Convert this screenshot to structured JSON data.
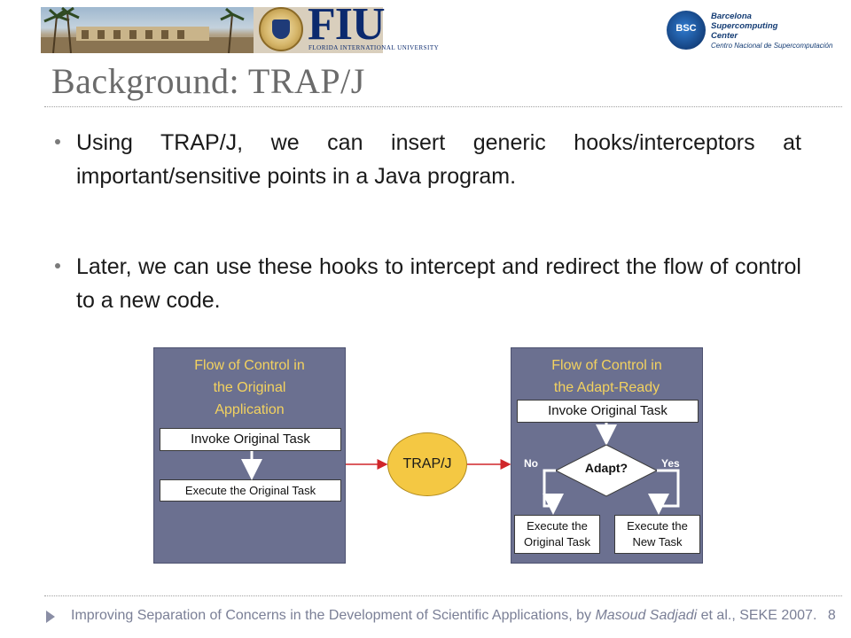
{
  "header": {
    "university_name": "FIU",
    "university_subtitle": "FLORIDA INTERNATIONAL UNIVERSITY",
    "center_abbrev": "BSC",
    "center_name_lines": [
      "Barcelona",
      "Supercomputing",
      "Center"
    ],
    "center_spanish": "Centro Nacional de Supercomputación"
  },
  "slide": {
    "title": "Background: TRAP/J",
    "bullets": [
      "Using TRAP/J, we can insert generic hooks/interceptors at important/sensitive points in a Java program.",
      "Later, we can use these hooks to intercept and redirect the flow of control to a new code."
    ]
  },
  "diagram": {
    "left_panel": {
      "title_lines": [
        "Flow of Control in",
        "the Original",
        "Application"
      ],
      "invoke_label": "Invoke Original Task",
      "execute_label": "Execute the Original Task"
    },
    "center": {
      "label": "TRAP/J"
    },
    "right_panel": {
      "title_lines": [
        "Flow of Control in",
        "the Adapt-Ready"
      ],
      "invoke_label": "Invoke Original Task",
      "decision_label": "Adapt?",
      "no_label": "No",
      "yes_label": "Yes",
      "execute_original_lines": [
        "Execute the",
        "Original Task"
      ],
      "execute_new_lines": [
        "Execute the",
        "New Task"
      ]
    },
    "colors": {
      "panel": "#6b7090",
      "title_text": "#f3d25f",
      "trap_fill": "#f4c843",
      "connector": "#d0262a"
    }
  },
  "footer": {
    "text_before": "Improving Separation of Concerns in the Development of Scientific Applications, by ",
    "author": "Masoud Sadjadi",
    "text_after": " et al., SEKE 2007.",
    "page_number": "8"
  }
}
